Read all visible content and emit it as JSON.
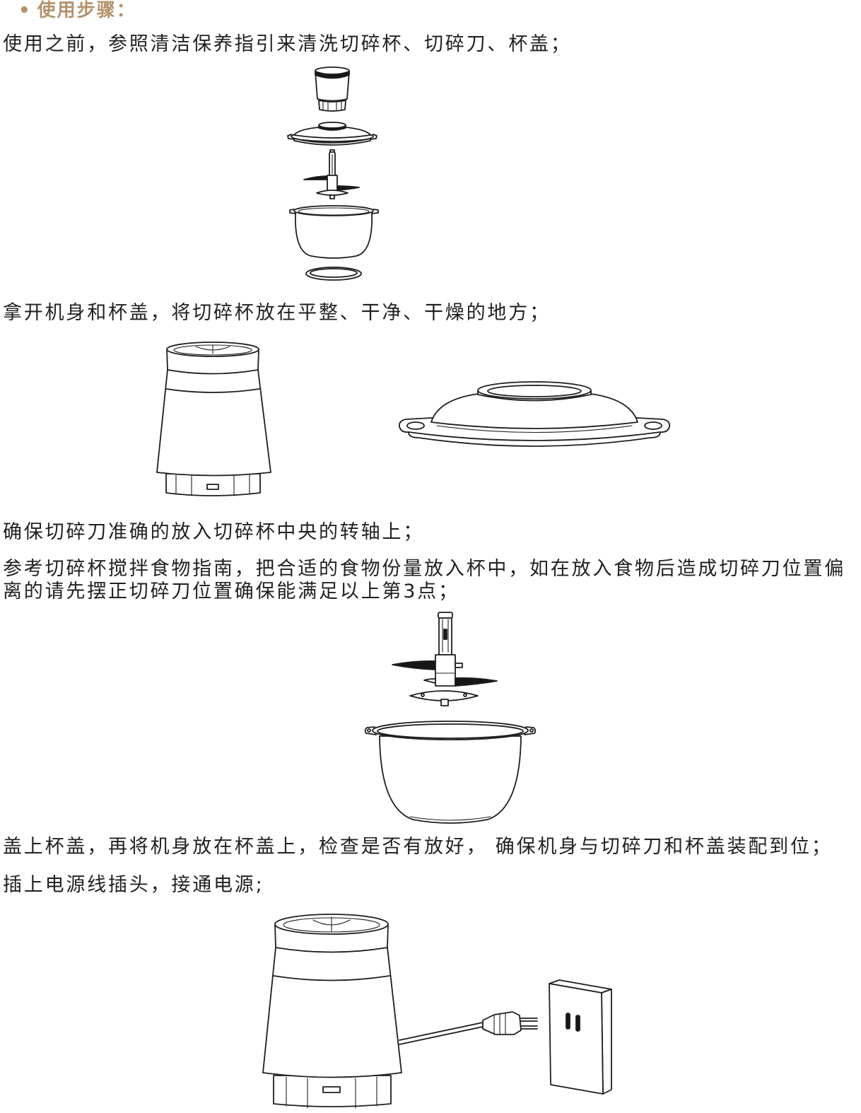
{
  "section": {
    "bullet": "•",
    "title": "使用步骤："
  },
  "steps": [
    {
      "text": "使用之前，参照清洁保养指引来清洗切碎杯、切碎刀、杯盖；"
    },
    {
      "text": "拿开机身和杯盖，将切碎杯放在平整、干净、干燥的地方；"
    },
    {
      "text": "确保切碎刀准确的放入切碎杯中央的转轴上；"
    },
    {
      "lines": [
        "参考切碎杯搅拌食物指南，把合适的食物份量放入杯中，如在放入食物后造成切碎刀位置偏",
        "离的请先摆正切碎刀位置确保能满足以上第3点；"
      ]
    },
    {
      "text": "盖上杯盖，再将机身放在杯盖上，检查是否有放好， 确保机身与切碎刀和杯盖装配到位；"
    },
    {
      "text": "插上电源线插头，接通电源;"
    }
  ],
  "colors": {
    "heading": "#b3936d",
    "text": "#231f20",
    "line_art": "#1e1e1e"
  }
}
